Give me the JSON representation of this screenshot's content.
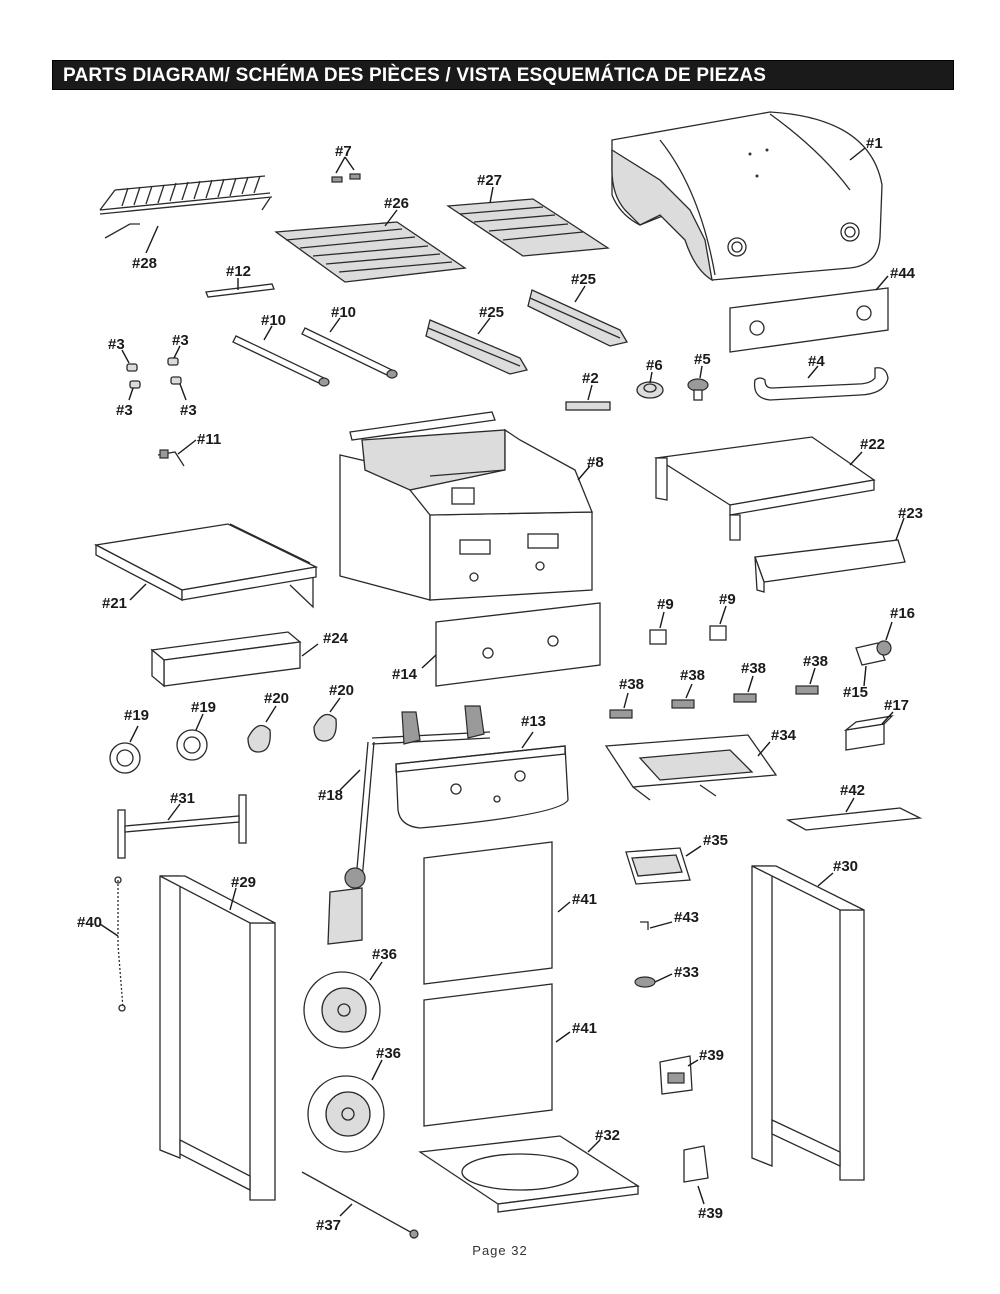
{
  "header": {
    "title": "PARTS DIAGRAM/ SCHÉMA DES PIÈCES / VISTA ESQUEMÁTICA DE PIEZAS"
  },
  "footer": {
    "page": "Page 32"
  },
  "callouts": [
    {
      "id": "p1",
      "label": "#1"
    },
    {
      "id": "p44",
      "label": "#44"
    },
    {
      "id": "p7",
      "label": "#7"
    },
    {
      "id": "p27",
      "label": "#27"
    },
    {
      "id": "p26",
      "label": "#26"
    },
    {
      "id": "p28",
      "label": "#28"
    },
    {
      "id": "p12",
      "label": "#12"
    },
    {
      "id": "p25a",
      "label": "#25"
    },
    {
      "id": "p25b",
      "label": "#25"
    },
    {
      "id": "p10a",
      "label": "#10"
    },
    {
      "id": "p10b",
      "label": "#10"
    },
    {
      "id": "p3a",
      "label": "#3"
    },
    {
      "id": "p3b",
      "label": "#3"
    },
    {
      "id": "p3c",
      "label": "#3"
    },
    {
      "id": "p3d",
      "label": "#3"
    },
    {
      "id": "p6",
      "label": "#6"
    },
    {
      "id": "p5",
      "label": "#5"
    },
    {
      "id": "p4",
      "label": "#4"
    },
    {
      "id": "p2",
      "label": "#2"
    },
    {
      "id": "p11",
      "label": "#11"
    },
    {
      "id": "p22",
      "label": "#22"
    },
    {
      "id": "p8",
      "label": "#8"
    },
    {
      "id": "p23",
      "label": "#23"
    },
    {
      "id": "p21",
      "label": "#21"
    },
    {
      "id": "p9a",
      "label": "#9"
    },
    {
      "id": "p9b",
      "label": "#9"
    },
    {
      "id": "p16",
      "label": "#16"
    },
    {
      "id": "p24",
      "label": "#24"
    },
    {
      "id": "p14",
      "label": "#14"
    },
    {
      "id": "p38a",
      "label": "#38"
    },
    {
      "id": "p38b",
      "label": "#38"
    },
    {
      "id": "p38c",
      "label": "#38"
    },
    {
      "id": "p38d",
      "label": "#38"
    },
    {
      "id": "p15",
      "label": "#15"
    },
    {
      "id": "p17",
      "label": "#17"
    },
    {
      "id": "p19a",
      "label": "#19"
    },
    {
      "id": "p19b",
      "label": "#19"
    },
    {
      "id": "p20a",
      "label": "#20"
    },
    {
      "id": "p20b",
      "label": "#20"
    },
    {
      "id": "p13",
      "label": "#13"
    },
    {
      "id": "p34",
      "label": "#34"
    },
    {
      "id": "p18",
      "label": "#18"
    },
    {
      "id": "p31",
      "label": "#31"
    },
    {
      "id": "p42",
      "label": "#42"
    },
    {
      "id": "p35",
      "label": "#35"
    },
    {
      "id": "p29",
      "label": "#29"
    },
    {
      "id": "p30",
      "label": "#30"
    },
    {
      "id": "p41a",
      "label": "#41"
    },
    {
      "id": "p41b",
      "label": "#41"
    },
    {
      "id": "p40",
      "label": "#40"
    },
    {
      "id": "p43",
      "label": "#43"
    },
    {
      "id": "p36a",
      "label": "#36"
    },
    {
      "id": "p36b",
      "label": "#36"
    },
    {
      "id": "p33",
      "label": "#33"
    },
    {
      "id": "p39a",
      "label": "#39"
    },
    {
      "id": "p39b",
      "label": "#39"
    },
    {
      "id": "p32",
      "label": "#32"
    },
    {
      "id": "p37",
      "label": "#37"
    }
  ]
}
